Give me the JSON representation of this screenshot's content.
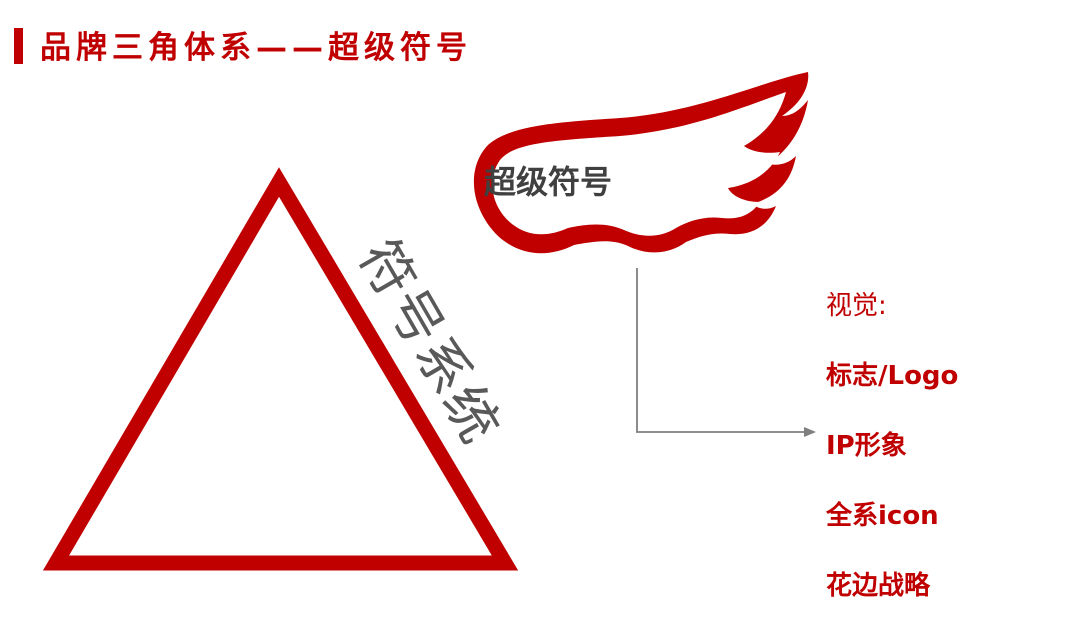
{
  "header": {
    "title": "品牌三角体系——超级符号"
  },
  "diagram": {
    "triangle_side_label": "符号系统",
    "wing_label": "超级符号",
    "list_heading": "视觉:",
    "items": [
      "标志/Logo",
      "IP形象",
      "全系icon",
      "花边战略"
    ]
  },
  "colors": {
    "accent": "#c00000",
    "side_label": "#595959",
    "arrow": "#7f7f7f"
  }
}
